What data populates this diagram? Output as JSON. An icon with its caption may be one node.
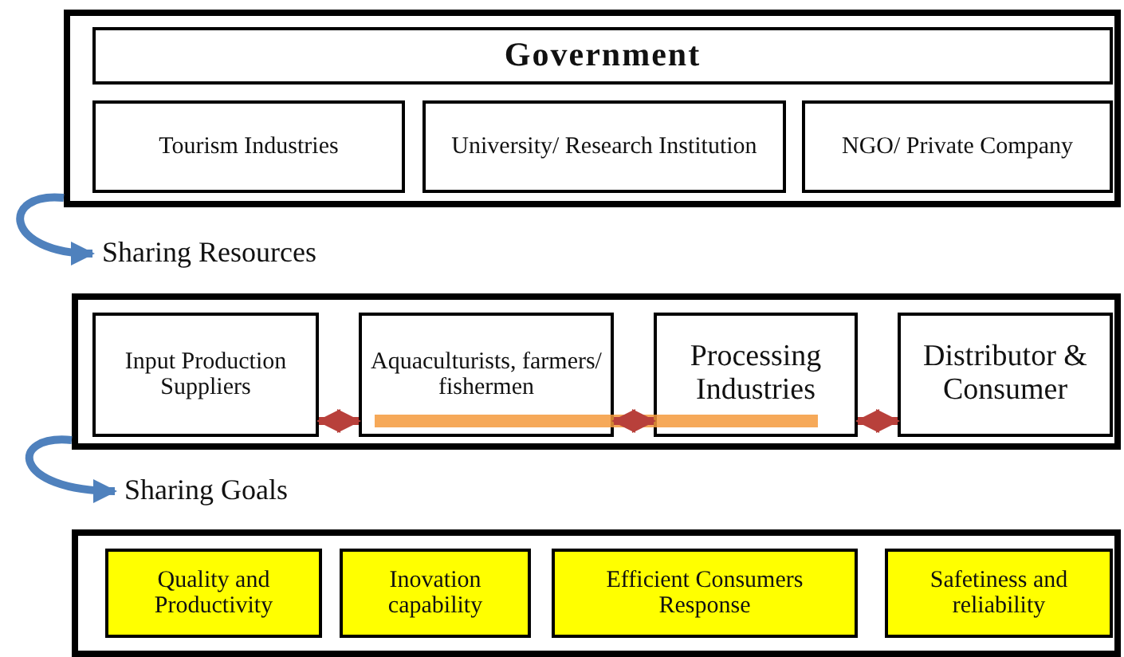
{
  "diagram": {
    "nodes": [
      {
        "text": [],
        "shape": "box"
      },
      {
        "text": [
          "Government"
        ],
        "in": 0
      },
      {
        "text": [
          "Tourism Industries"
        ],
        "in": 0
      },
      {
        "text": [
          "University/ Research Institution"
        ],
        "in": 0
      },
      {
        "text": [
          "NGO/ Private Company"
        ],
        "in": 0
      },
      {
        "text": [
          "Sharing Resources"
        ]
      },
      {
        "text": [],
        "shape": "box"
      },
      {
        "text": [
          "Input Production Suppliers"
        ],
        "in": 6
      },
      {
        "text": [
          "Aquaculturists, farmers/ fishermen"
        ],
        "in": 6
      },
      {
        "text": [
          "Processing Industries"
        ],
        "in": 6
      },
      {
        "text": [
          "Distributor & Consumer"
        ],
        "in": 6
      },
      {
        "text": [
          "Sharing Goals"
        ]
      },
      {
        "text": [],
        "shape": "box"
      },
      {
        "text": [
          "Quality and Productivity"
        ],
        "in": 12
      },
      {
        "text": [
          "Inovation capability"
        ],
        "in": 12
      },
      {
        "text": [
          "Efficient Consumers Response"
        ],
        "in": 12
      },
      {
        "text": [
          "Safetiness and reliability"
        ],
        "in": 12
      }
    ],
    "edges": [
      {
        "from": 0,
        "to": 5,
        "arrow": "to",
        "color": "#4f81bd"
      },
      {
        "from": 6,
        "to": 11,
        "arrow": "to",
        "color": "#4f81bd"
      },
      {
        "from": 7,
        "to": 8,
        "arrow": "both"
      },
      {
        "from": 8,
        "to": 9,
        "arrow": "both"
      },
      {
        "from": 9,
        "to": 10,
        "arrow": "both"
      }
    ]
  }
}
